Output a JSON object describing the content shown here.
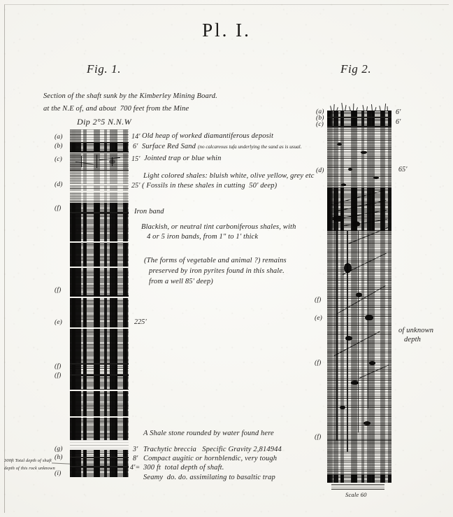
{
  "plate": {
    "title": "Pl. I.",
    "figure1_label": "Fig. 1.",
    "figure2_label": "Fig 2."
  },
  "figure1": {
    "heading_line1": "Section of the shaft sunk by the Kimberley Mining Board.",
    "heading_line2": "at the N.E of, and about  700 feet from the Mine",
    "heading_line3": "Dip 2°5 N.N.W",
    "layers": [
      {
        "key": "(a)",
        "depth": "14'",
        "desc": "Old heap of worked diamantiferous deposit"
      },
      {
        "key": "(b)",
        "depth": "6'",
        "desc": "Surface Red Sand",
        "note": "(no calcareous tufa underlying the sand as is usual."
      },
      {
        "key": "(c)",
        "depth": "15'",
        "desc": "Jointed trap or blue whin"
      },
      {
        "key": "(d)",
        "depth": "25'",
        "desc": "Light colored shales: bluish white, olive yellow, grey etc",
        "note": "( Fossils in these shales in cutting  50' deep)"
      },
      {
        "key": "(f)",
        "depth": "",
        "desc": "Iron band"
      },
      {
        "key": "(e)",
        "depth": "225'",
        "desc": ""
      },
      {
        "key": "(g)",
        "depth": "3'",
        "desc": "Trachytic breccia   Specific Gravity 2,814944"
      },
      {
        "key": "(h)",
        "depth": "8'",
        "desc": "Compact augitic or hornblendic, very tough"
      },
      {
        "key": "(i)",
        "depth": "4'=",
        "desc": "300 ft  total depth of shaft."
      }
    ],
    "notes": {
      "shale_line1": "Blackish, or neutral tint carboniferous shales, with",
      "shale_line2": "4 or 5 iron bands, from 1\" to 1' thick",
      "remains_line1": "(The forms of vegetable and animal ?) remains",
      "remains_line2": "preserved by iron pyrites found in this shale.",
      "remains_line3": "from a well 85' deep)",
      "shalestone": "A Shale stone rounded by water found here",
      "seamy": "Seamy  do. do. assimilating to basaltic trap",
      "margin_line1": "300ft Total depth of shaft",
      "margin_line2": "depth of this rock unknown"
    },
    "side_markers": [
      "(a)",
      "(b)",
      "(c)",
      "(d)",
      "(f)",
      "(f)",
      "(e)",
      "(f)",
      "(f)",
      "(g)",
      "(h)",
      "(i)"
    ]
  },
  "figure2": {
    "top_markers": [
      "(a)",
      "(b)",
      "(c)"
    ],
    "top_depths": [
      "6'",
      "6'"
    ],
    "layer_d_marker": "(d)",
    "layer_d_depth": "65'",
    "lower_markers": [
      "(f)",
      "(e)",
      "(f)",
      "(f)"
    ],
    "unknown_depth_line1": "of unknown",
    "unknown_depth_line2": "depth",
    "scale": "Scale 60"
  }
}
